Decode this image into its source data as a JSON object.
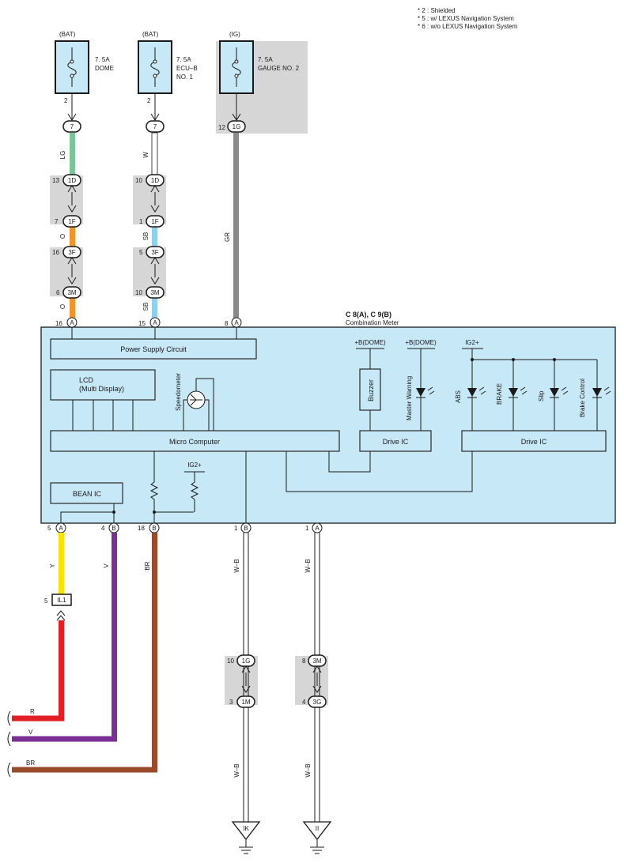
{
  "notes": [
    "* 2 : Shielded",
    "* 5 : w/ LEXUS Navigation System",
    "* 6 : w/o LEXUS Navigation System"
  ],
  "fuses": [
    {
      "source": "(BAT)",
      "rating": "7. 5A",
      "name1": "DOME",
      "name2": "",
      "pin": "2"
    },
    {
      "source": "(BAT)",
      "rating": "7. 5A",
      "name1": "ECU–B",
      "name2": "NO. 1",
      "pin": "2"
    },
    {
      "source": "(IG)",
      "rating": "7. 5A",
      "name1": "GAUGE NO. 2",
      "name2": "",
      "pin": "12"
    }
  ],
  "connectors": {
    "c7a": {
      "label": "7"
    },
    "c7b": {
      "label": "7"
    },
    "c1g": {
      "label": "1G"
    },
    "c1d_a": {
      "label": "1D",
      "pin": "13"
    },
    "c1f_a": {
      "label": "1F",
      "pin": "7"
    },
    "c3f_a": {
      "label": "3F",
      "pin": "16"
    },
    "c3m_a": {
      "label": "3M",
      "pin": "6"
    },
    "c1d_b": {
      "label": "1D",
      "pin": "10"
    },
    "c1f_b": {
      "label": "1F",
      "pin": "1"
    },
    "c3f_b": {
      "label": "3F",
      "pin": "5"
    },
    "c3m_b": {
      "label": "3M",
      "pin": "10"
    },
    "il1": {
      "label": "IL1",
      "pin": "5"
    },
    "c1g_l": {
      "label": "1G",
      "pin": "10"
    },
    "c1m_l": {
      "label": "1M",
      "pin": "3"
    },
    "c3m_r": {
      "label": "3M",
      "pin": "8"
    },
    "c3g_r": {
      "label": "3G",
      "pin": "4"
    }
  },
  "wires": {
    "lg": "LG",
    "o1": "O",
    "o2": "O",
    "w": "W",
    "sb1": "SB",
    "sb2": "SB",
    "gr": "GR",
    "y": "Y",
    "v": "V",
    "br": "BR",
    "wb1": "W–B",
    "wb2": "W–B",
    "wb3": "W–B",
    "wb4": "W–B",
    "r_end": "R",
    "v_end": "V",
    "br_end": "BR"
  },
  "meter": {
    "code": "C 8(A), C 9(B)",
    "name": "Combination Meter",
    "top_pins": [
      {
        "num": "16",
        "tag": "A"
      },
      {
        "num": "15",
        "tag": "A"
      },
      {
        "num": "8",
        "tag": "A"
      }
    ],
    "bottom_pins": [
      {
        "num": "5",
        "tag": "A"
      },
      {
        "num": "4",
        "tag": "B"
      },
      {
        "num": "18",
        "tag": "B"
      },
      {
        "num": "1",
        "tag": "B"
      },
      {
        "num": "1",
        "tag": "A"
      }
    ],
    "blocks": {
      "power": "Power Supply Circuit",
      "lcd1": "LCD",
      "lcd2": "(Multi Display)",
      "speedometer": "Speedometer",
      "micro": "Micro Computer",
      "bean": "BEAN IC",
      "buzzer": "Buzzer",
      "drive1": "Drive IC",
      "drive2": "Drive IC"
    },
    "supplies": {
      "b_dome1": "+B(DOME)",
      "b_dome2": "+B(DOME)",
      "ig2a": "IG2+",
      "ig2b": "IG2+"
    },
    "indicators": [
      "Master Warning",
      "ABS",
      "BRAKE",
      "Slip",
      "Brake Control"
    ]
  },
  "grounds": [
    "IK",
    "II"
  ],
  "colors": {
    "LG": "#7cc49a",
    "O": "#f29427",
    "W": "#ffffff",
    "SB": "#8fd0ee",
    "GR": "#8a8a8a",
    "Y": "#f9e300",
    "V": "#7b2e93",
    "BR": "#9a4b2c",
    "R": "#e31e24",
    "meter_bg": "#c7e8f6",
    "shade": "#d6d6d6"
  }
}
